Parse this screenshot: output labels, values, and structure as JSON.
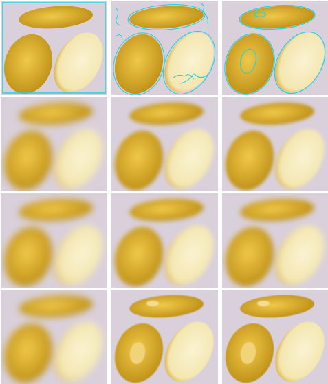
{
  "figure": {
    "rows": 4,
    "cols": 3,
    "colors": {
      "background": "#d9d0dc",
      "potato_yellow": "#e2b62f",
      "potato_dark": "#b98a12",
      "cut_flesh": "#f3e6b0",
      "contour": "#22d3e0",
      "frame": "#ffffff"
    },
    "panels": [
      {
        "row": 0,
        "col": 0,
        "kind": "original-with-box",
        "blur": 0,
        "contour": "box"
      },
      {
        "row": 0,
        "col": 1,
        "kind": "original-with-noisy-contour",
        "blur": 0,
        "contour": "noisy"
      },
      {
        "row": 0,
        "col": 2,
        "kind": "original-with-clean-contour",
        "blur": 0,
        "contour": "clean"
      },
      {
        "row": 1,
        "col": 0,
        "kind": "smoothed",
        "blur": 5,
        "contour": "none"
      },
      {
        "row": 1,
        "col": 1,
        "kind": "smoothed",
        "blur": 3,
        "contour": "none"
      },
      {
        "row": 1,
        "col": 2,
        "kind": "smoothed",
        "blur": 2.5,
        "contour": "none"
      },
      {
        "row": 2,
        "col": 0,
        "kind": "smoothed",
        "blur": 5,
        "contour": "none"
      },
      {
        "row": 2,
        "col": 1,
        "kind": "smoothed",
        "blur": 3.5,
        "contour": "none"
      },
      {
        "row": 2,
        "col": 2,
        "kind": "smoothed",
        "blur": 4,
        "contour": "none"
      },
      {
        "row": 3,
        "col": 0,
        "kind": "smoothed",
        "blur": 5,
        "contour": "none"
      },
      {
        "row": 3,
        "col": 1,
        "kind": "sharp-segmented",
        "blur": 0.8,
        "contour": "none"
      },
      {
        "row": 3,
        "col": 2,
        "kind": "sharp-segmented",
        "blur": 0.6,
        "contour": "none"
      }
    ]
  }
}
